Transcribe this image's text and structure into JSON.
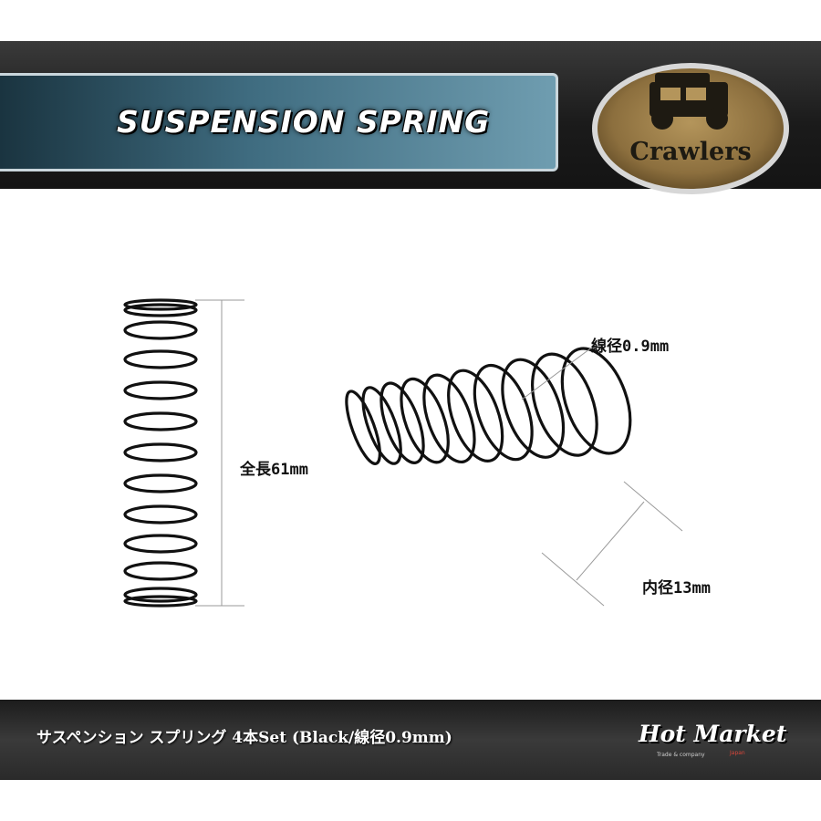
{
  "header": {
    "title": "SUSPENSION SPRING",
    "logo_text": "Crawlers"
  },
  "specs": {
    "total_length": "全長61mm",
    "wire_diameter": "線径0.9mm",
    "inner_diameter": "内径13mm"
  },
  "footer": {
    "product_name": "サスペンション スプリング 4本Set (Black/線径0.9mm)",
    "brand": "Hot Market",
    "brand_sub": "Trade & company",
    "brand_region": "Japan"
  },
  "colors": {
    "title_bar": "#3f6c80",
    "logo_gold": "#8c6f3e",
    "spring": "#111111"
  }
}
